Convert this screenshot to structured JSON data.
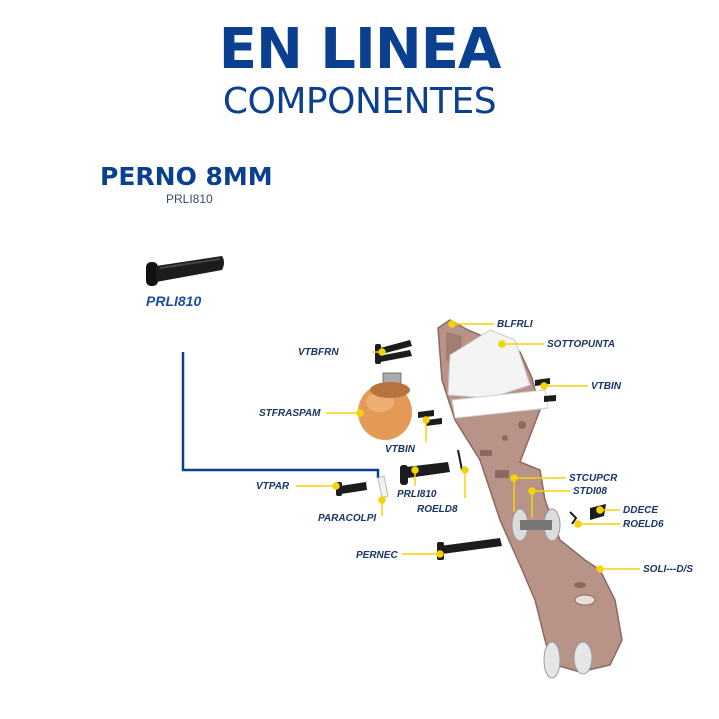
{
  "header": {
    "title": "EN LINEA",
    "subtitle": "COMPONENTES"
  },
  "product": {
    "name": "PERNO 8MM",
    "code": "PRLI810",
    "image_label": "PRLI810"
  },
  "colors": {
    "brand_blue": "#0b3f8f",
    "callout_yellow": "#f5d20a",
    "frame_brown": "#b89388",
    "bolt_black": "#1c1c1c",
    "stopper_orange": "#e39a57"
  },
  "callouts": {
    "blfrli": "BLFRLI",
    "sottopunta": "SOTTOPUNTA",
    "vtbfrn": "VTBFRN",
    "vtbin_right": "VTBIN",
    "stfraspam": "STFRASPAM",
    "vtbin_left": "VTBIN",
    "stcupcr": "STCUPCR",
    "stdi08": "STDI08",
    "vtpar": "VTPAR",
    "prli810": "PRLI810",
    "roeld8": "ROELD8",
    "ddece": "DDECE",
    "roeld6": "ROELD6",
    "paracolpi": "PARACOLPI",
    "pernec": "PERNEC",
    "soli": "SOLI---D/S"
  }
}
